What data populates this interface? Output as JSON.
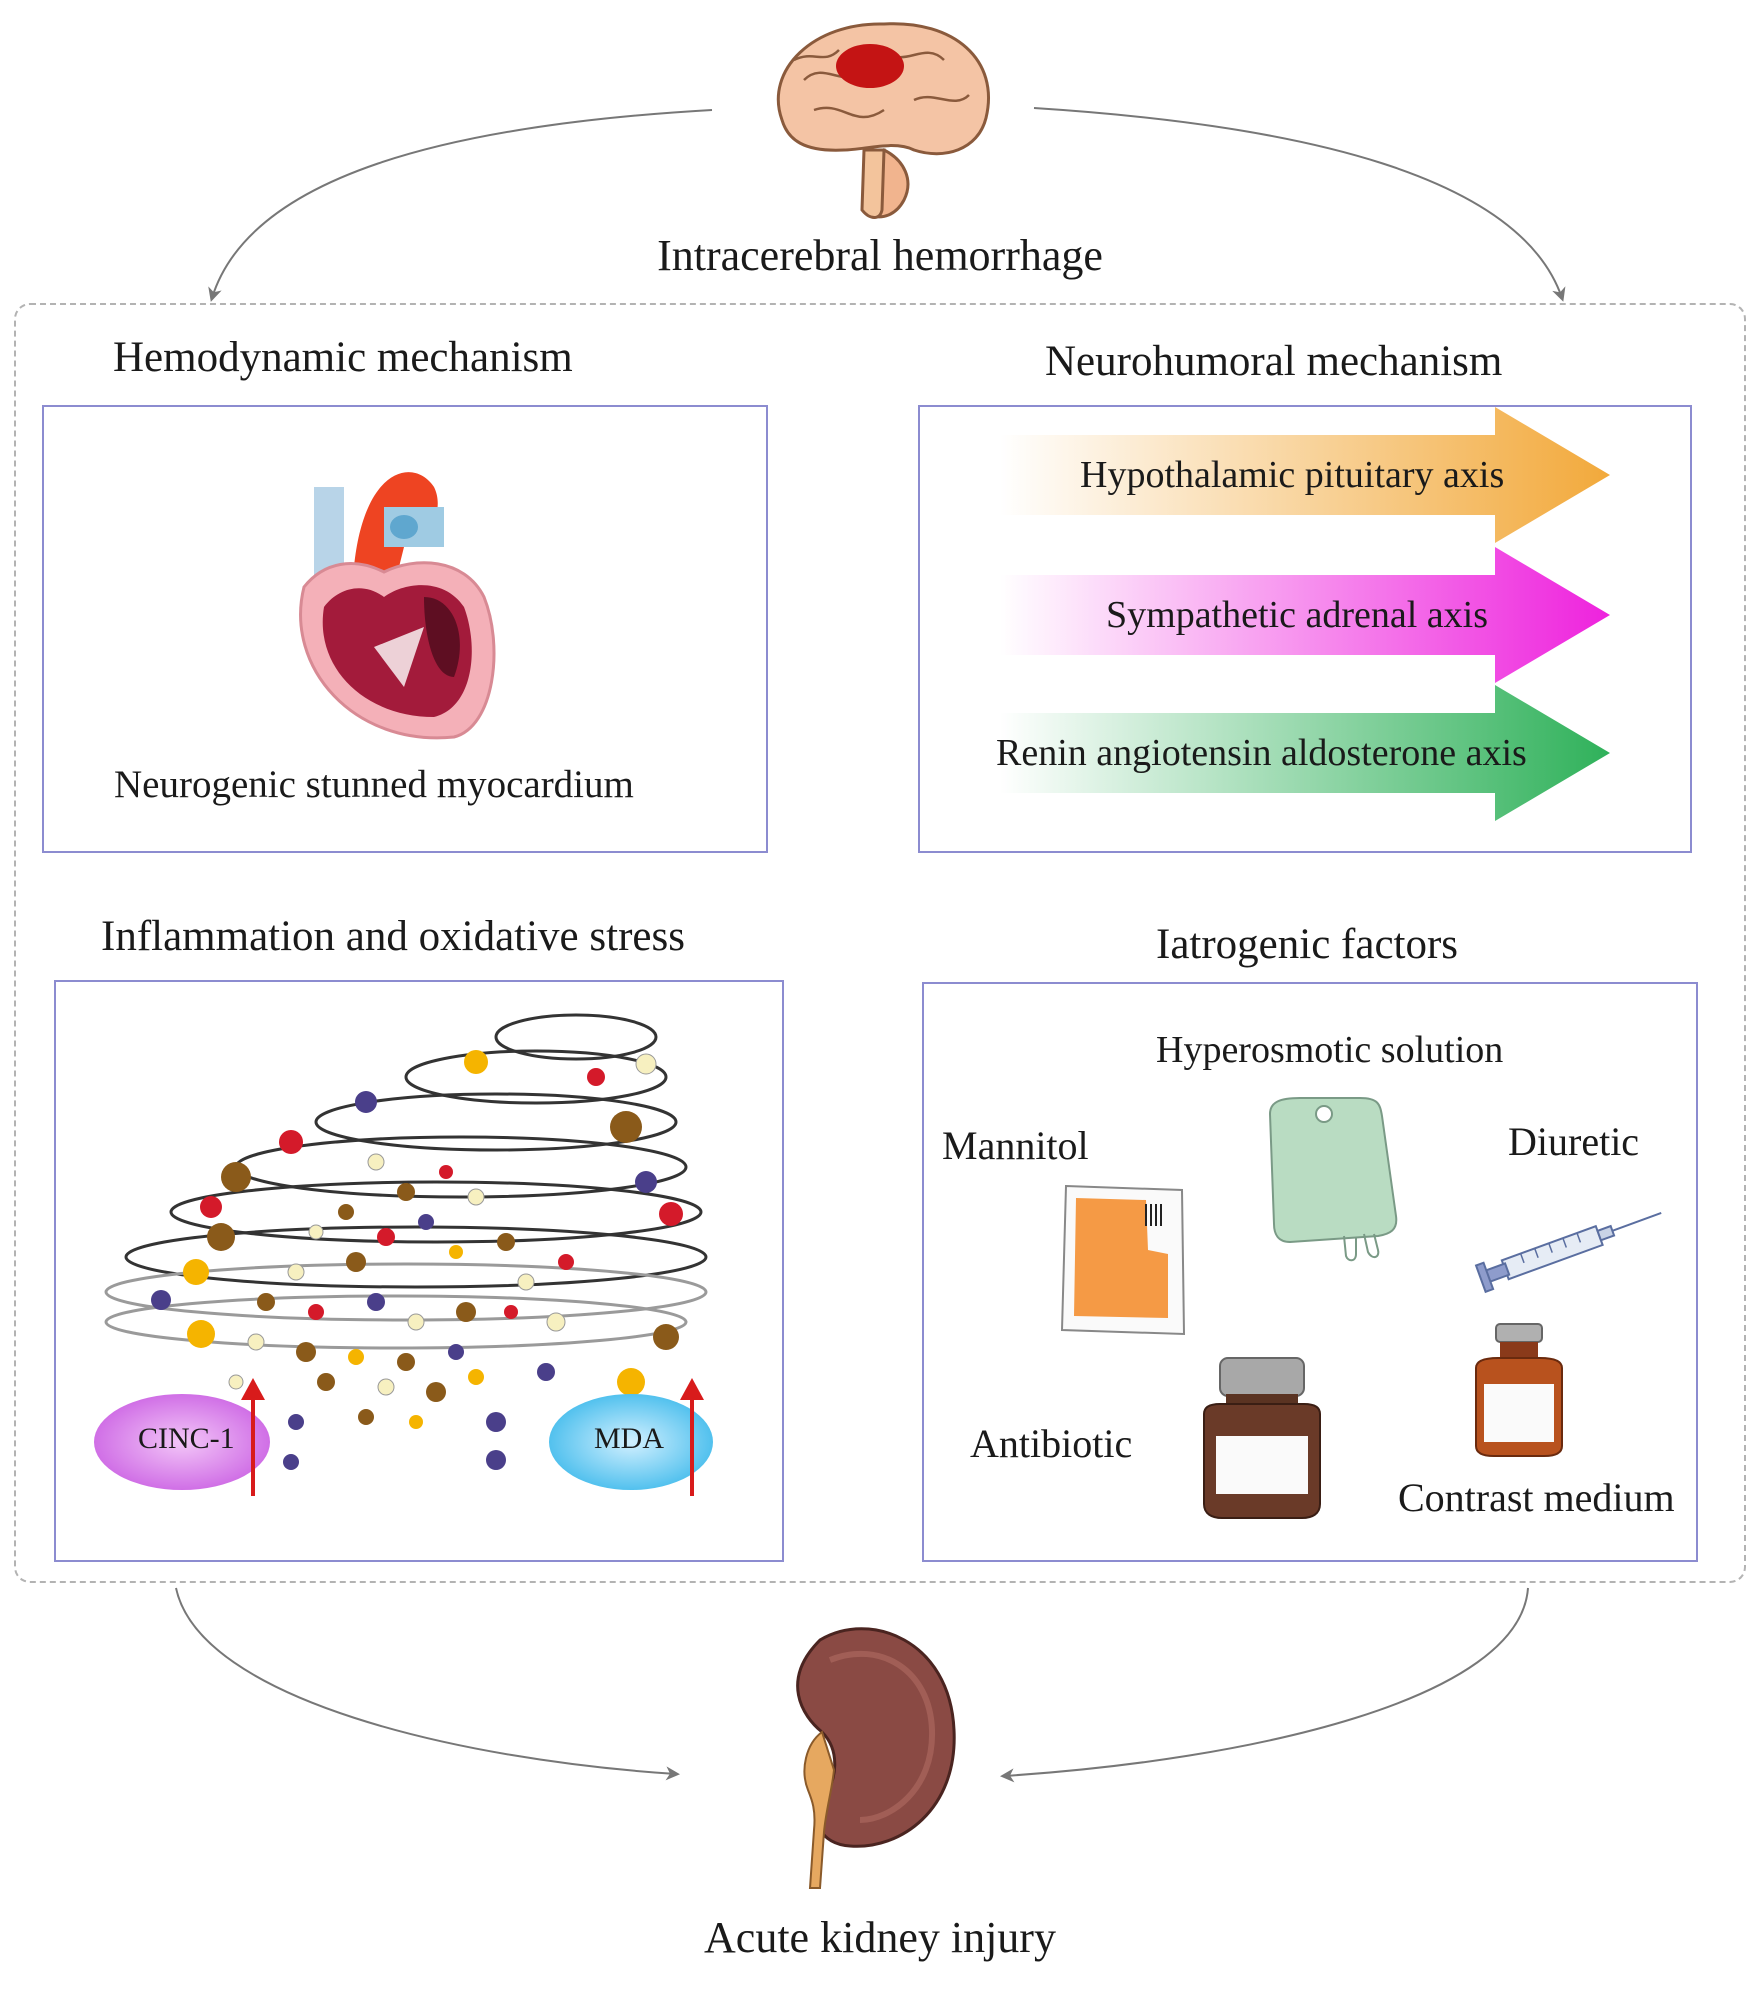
{
  "top": {
    "title": "Intracerebral hemorrhage"
  },
  "panels": {
    "hemodynamic": {
      "title": "Hemodynamic mechanism",
      "caption": "Neurogenic stunned myocardium"
    },
    "neurohumoral": {
      "title": "Neurohumoral mechanism",
      "axes": [
        {
          "label": "Hypothalamic pituitary axis",
          "color": "#f2a93b"
        },
        {
          "label": "Sympathetic adrenal axis",
          "color": "#ee22dd"
        },
        {
          "label": "Renin angiotensin aldosterone axis",
          "color": "#2fb15a"
        }
      ]
    },
    "inflammation": {
      "title": "Inflammation and oxidative stress",
      "markers": [
        {
          "label": "CINC-1",
          "color": "#d86fe8"
        },
        {
          "label": "MDA",
          "color": "#59c7ef"
        }
      ]
    },
    "iatrogenic": {
      "title": "Iatrogenic factors",
      "items": {
        "hyperosmotic": "Hyperosmotic solution",
        "mannitol": "Mannitol",
        "diuretic": "Diuretic",
        "antibiotic": "Antibiotic",
        "contrast": "Contrast medium"
      }
    }
  },
  "bottom": {
    "title": "Acute kidney injury"
  }
}
